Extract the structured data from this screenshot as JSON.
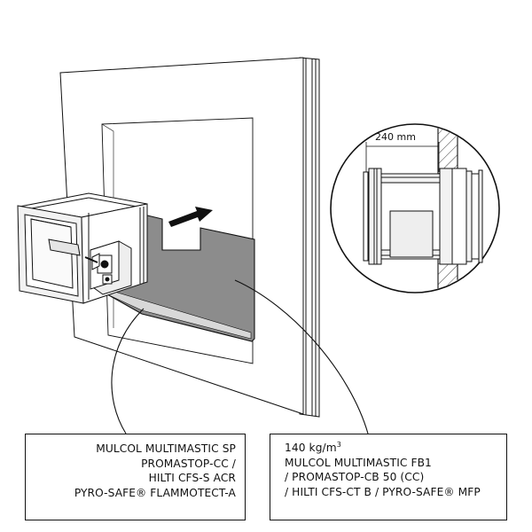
{
  "dimension_label": "240 mm",
  "left_box": {
    "lines": [
      "MULCOL MULTIMASTIC SP",
      "PROMASTOP-CC /",
      "HILTI CFS-S ACR",
      "PYRO-SAFE® FLAMMOTECT-A"
    ]
  },
  "right_box": {
    "density_value": "140 kg/m",
    "density_exponent": "3",
    "lines": [
      "MULCOL MULTIMASTIC FB1",
      "/ PROMASTOP-CB 50 (CC)",
      "/ HILTI CFS-CT B / PYRO-SAFE® MFP"
    ]
  },
  "icons": {
    "trowel": "trowel-icon",
    "arrow": "insertion-arrow-icon"
  },
  "colors": {
    "board_grey": "#8c8c8c",
    "line": "#111111",
    "light_fill": "#f2f2f2"
  }
}
